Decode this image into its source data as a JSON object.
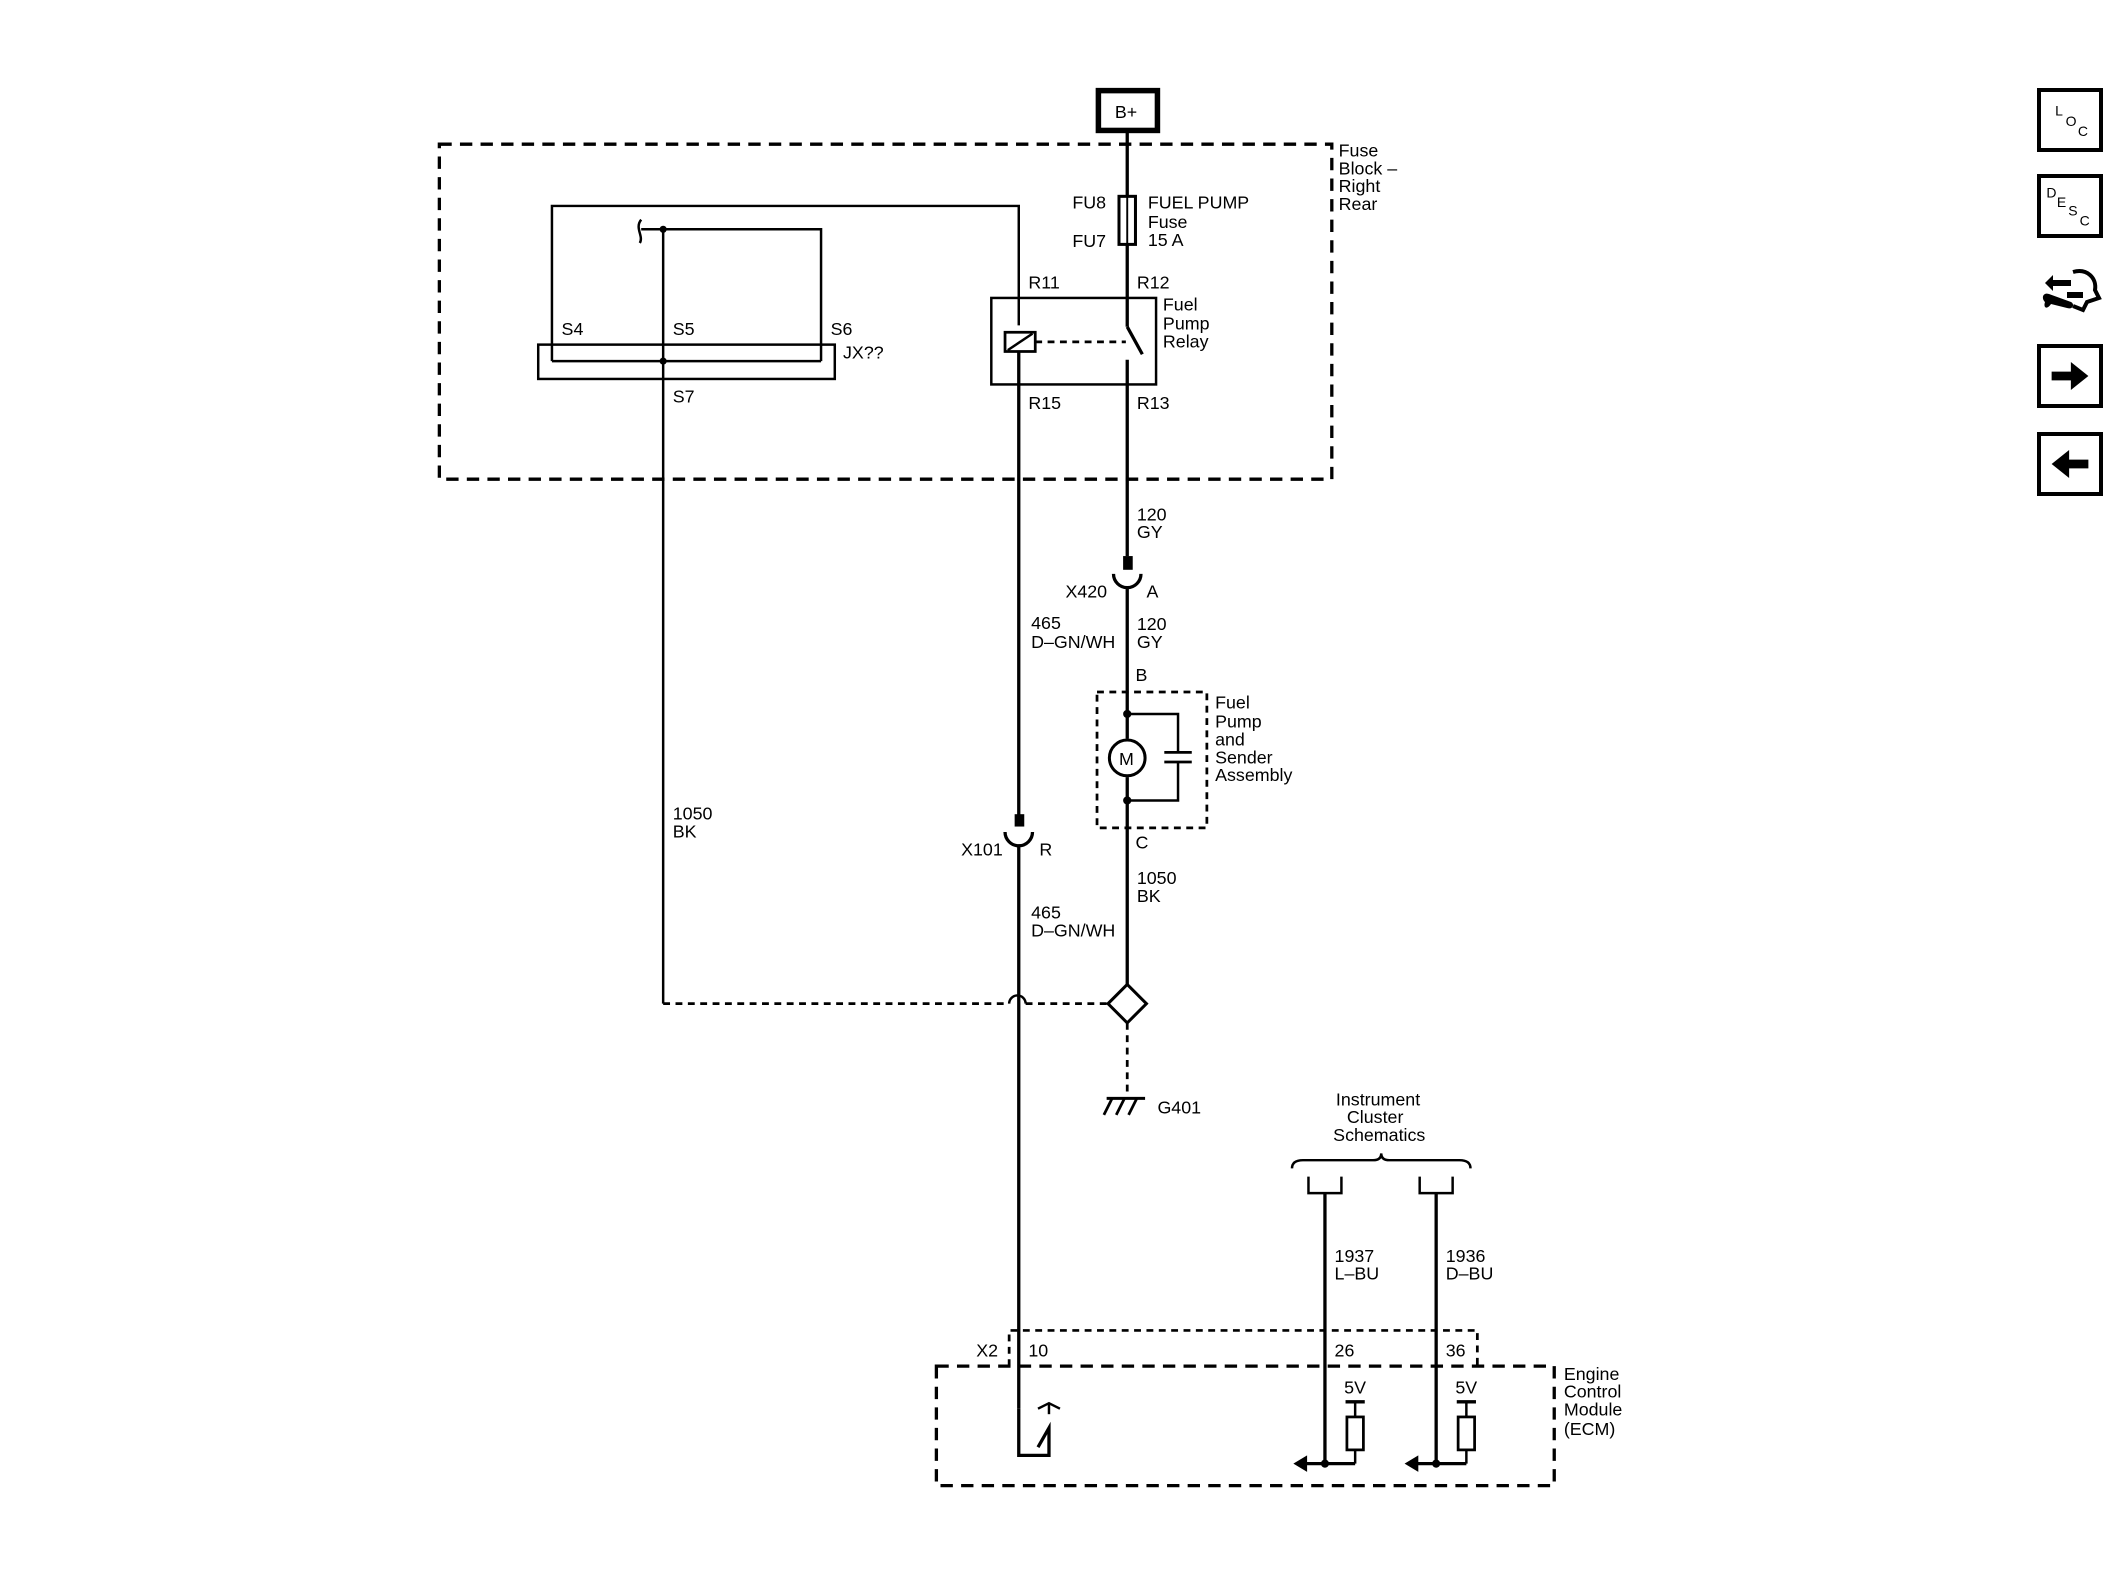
{
  "nav": {
    "loc_label": [
      "L",
      "O",
      "C"
    ],
    "desc_label": [
      "D",
      "E",
      "S",
      "C"
    ],
    "tool_icon": "connector-tool-icon",
    "forward_icon": "right-arrow-icon",
    "back_icon": "left-arrow-icon"
  },
  "supply": {
    "label": "B+"
  },
  "fuse_block": {
    "title": [
      "Fuse",
      "Block –",
      "Right",
      "Rear"
    ]
  },
  "fuse": {
    "top_pin": "FU8",
    "bottom_pin": "FU7",
    "name": "FUEL PUMP",
    "type": "Fuse",
    "rating": "15 A"
  },
  "relay": {
    "pins": [
      "R11",
      "R12",
      "R15",
      "R13"
    ],
    "name": [
      "Fuel",
      "Pump",
      "Relay"
    ]
  },
  "splice": {
    "pins": [
      "S4",
      "S5",
      "S6",
      "S7"
    ],
    "name": "JX??"
  },
  "wires": {
    "w120_a": [
      "120",
      "GY"
    ],
    "w120_b": [
      "120",
      "GY"
    ],
    "w465_a": [
      "465",
      "D–GN/WH"
    ],
    "w465_b": [
      "465",
      "D–GN/WH"
    ],
    "w1050_left": [
      "1050",
      "BK"
    ],
    "w1050_right": [
      "1050",
      "BK"
    ],
    "w1937": [
      "1937",
      "L–BU"
    ],
    "w1936": [
      "1936",
      "D–BU"
    ]
  },
  "connectors": {
    "x420": {
      "name": "X420",
      "pin": "A"
    },
    "x101": {
      "name": "X101",
      "pin": "R"
    },
    "x2": {
      "name": "X2",
      "pins": [
        "10",
        "26",
        "36"
      ]
    }
  },
  "pump": {
    "pin_in": "B",
    "pin_out": "C",
    "motor": "M",
    "name": [
      "Fuel",
      "Pump",
      "and",
      "Sender",
      "Assembly"
    ]
  },
  "ground": {
    "name": "G401"
  },
  "cluster": {
    "name": [
      "Instrument",
      "Cluster",
      "Schematics"
    ]
  },
  "ecm": {
    "name": [
      "Engine",
      "Control",
      "Module",
      "(ECM)"
    ],
    "ref_voltage": "5V"
  }
}
